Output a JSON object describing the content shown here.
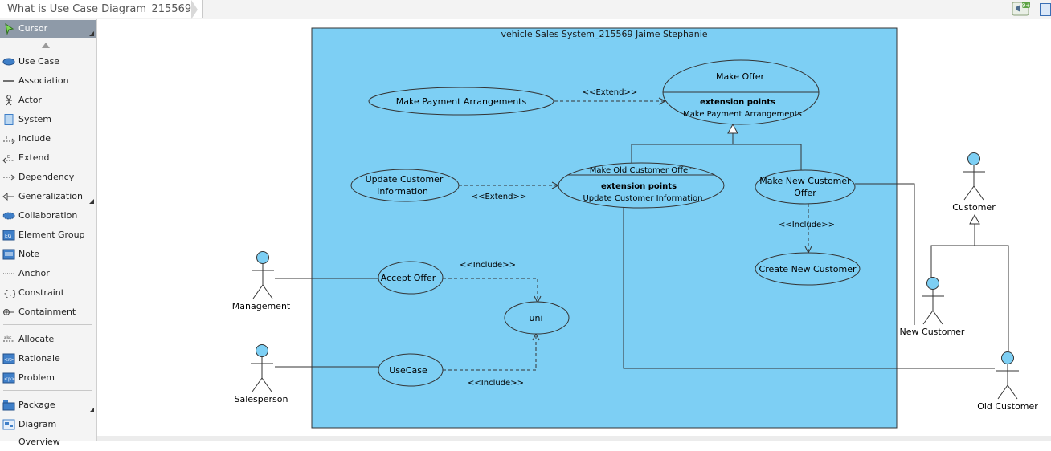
{
  "tab": {
    "title": "What is Use Case Diagram_215569"
  },
  "header": {
    "notify_badge": "9+"
  },
  "palette": {
    "items": [
      {
        "label": "Cursor",
        "icon": "cursor-arrow-icon"
      },
      {
        "label": "Use Case",
        "icon": "use-case-icon"
      },
      {
        "label": "Association",
        "icon": "association-icon"
      },
      {
        "label": "Actor",
        "icon": "actor-icon"
      },
      {
        "label": "System",
        "icon": "system-icon"
      },
      {
        "label": "Include",
        "icon": "include-icon"
      },
      {
        "label": "Extend",
        "icon": "extend-icon"
      },
      {
        "label": "Dependency",
        "icon": "dependency-icon"
      },
      {
        "label": "Generalization",
        "icon": "generalization-icon"
      },
      {
        "label": "Collaboration",
        "icon": "collaboration-icon"
      },
      {
        "label": "Element Group",
        "icon": "element-group-icon"
      },
      {
        "label": "Note",
        "icon": "note-icon"
      },
      {
        "label": "Anchor",
        "icon": "anchor-icon"
      },
      {
        "label": "Constraint",
        "icon": "constraint-icon"
      },
      {
        "label": "Containment",
        "icon": "containment-icon"
      },
      {
        "label": "Allocate",
        "icon": "allocate-icon"
      },
      {
        "label": "Rationale",
        "icon": "rationale-icon"
      },
      {
        "label": "Problem",
        "icon": "problem-icon"
      },
      {
        "label": "Package",
        "icon": "package-icon"
      },
      {
        "label": "Diagram Overview",
        "icon": "diagram-overview-icon"
      }
    ]
  },
  "diagram": {
    "system_title": "vehicle Sales System_215569 Jaime Stephanie",
    "system_fill": "#7dcff4",
    "usecase_fill": "#7dcff4",
    "actor_fill": "#7dcff4",
    "use_cases": {
      "make_offer": {
        "name": "Make Offer",
        "ext_heading": "extension points",
        "ext_point": "Make Payment Arrangements"
      },
      "make_payment": {
        "name": "Make Payment Arrangements"
      },
      "make_old": {
        "name": "Make Old Customer Offer",
        "ext_heading": "extension points",
        "ext_point": "Update Customer Information"
      },
      "make_new": {
        "line1": "Make New Customer",
        "line2": "Offer"
      },
      "update_info": {
        "line1": "Update Customer",
        "line2": "Information"
      },
      "create_new": {
        "name": "Create New Customer"
      },
      "accept_offer": {
        "name": "Accept Offer"
      },
      "uni": {
        "name": "uni"
      },
      "usecase": {
        "name": "UseCase"
      }
    },
    "relations": {
      "extend_1": "<<Extend>>",
      "extend_2": "<<Extend>>",
      "include_1": "<<Include>>",
      "include_2": "<<Include>>",
      "include_3": "<<Include>>"
    },
    "actors": {
      "management": "Management",
      "salesperson": "Salesperson",
      "customer": "Customer",
      "new_customer": "New Customer",
      "old_customer": "Old Customer"
    }
  }
}
